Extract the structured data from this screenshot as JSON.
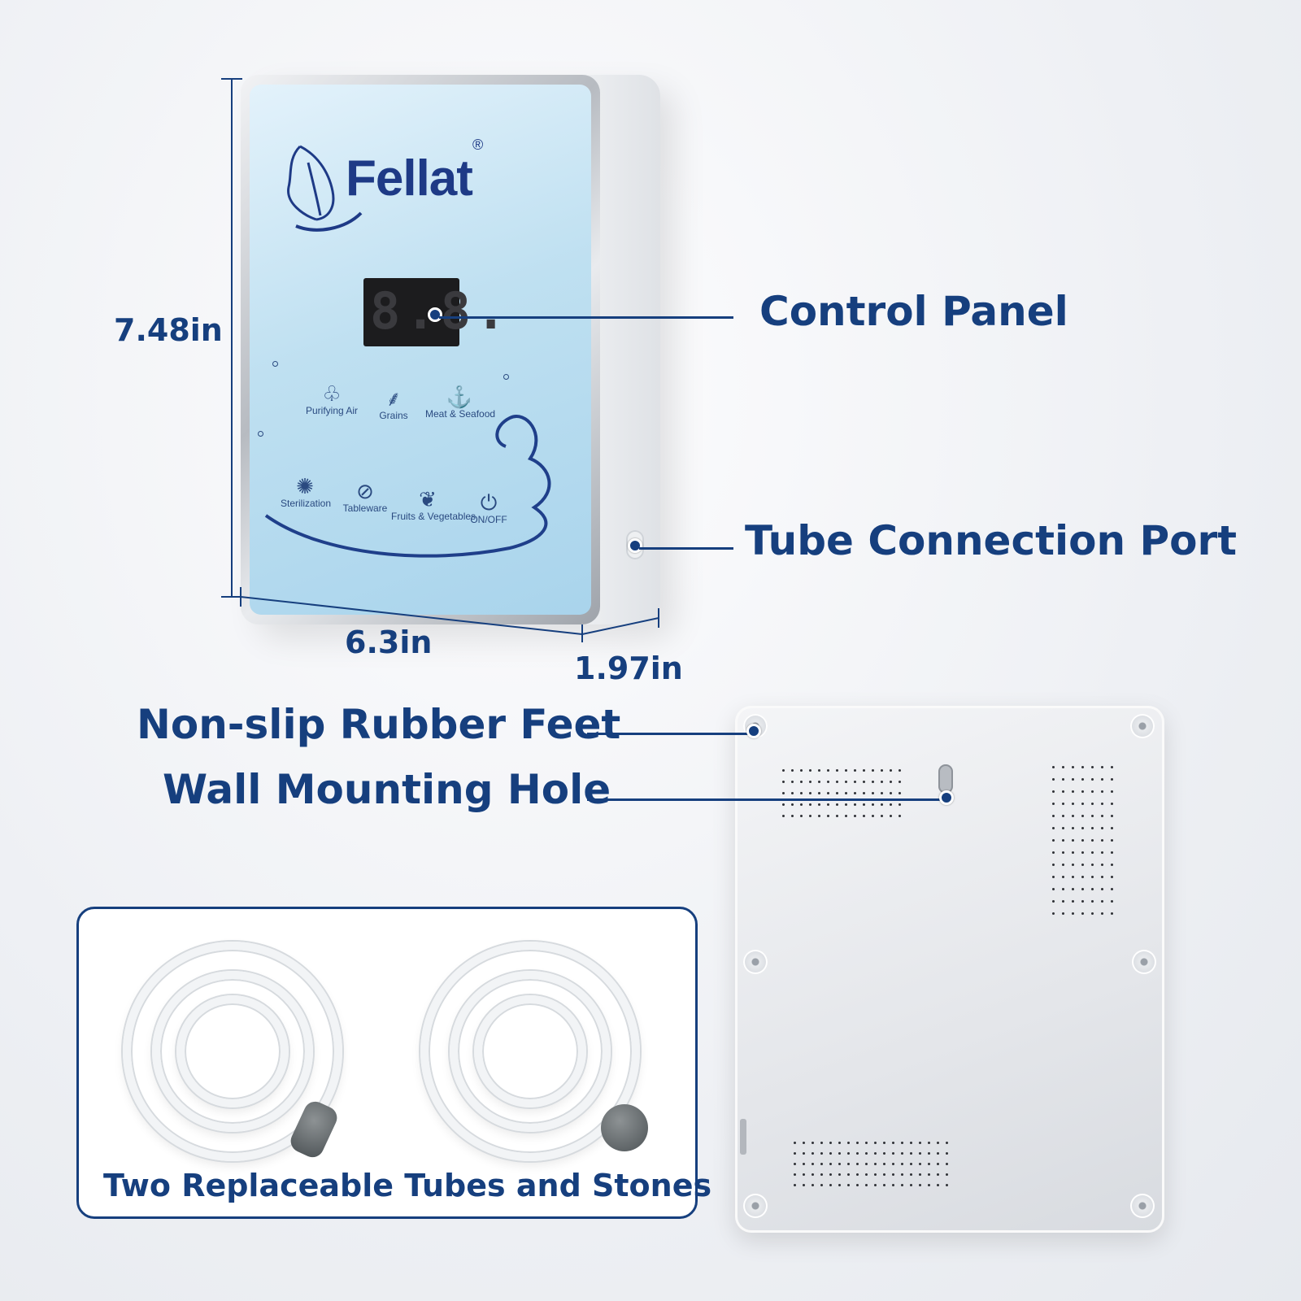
{
  "device": {
    "brand": "Fellat",
    "registered_mark": "®",
    "display_text": "8.8.",
    "modes_row1": [
      {
        "icon": "tree-icon",
        "label": "Purifying Air"
      },
      {
        "icon": "wheat-icon",
        "label": "Grains"
      },
      {
        "icon": "fish-icon",
        "label": "Meat & Seafood"
      }
    ],
    "modes_row2": [
      {
        "icon": "germ-icon",
        "label": "Sterilization"
      },
      {
        "icon": "utensils-icon",
        "label": "Tableware"
      },
      {
        "icon": "apple-icon",
        "label": "Fruits & Vegetables"
      },
      {
        "icon": "power-icon",
        "label": "ON/OFF"
      }
    ]
  },
  "dimensions": {
    "height": "7.48in",
    "width": "6.3in",
    "depth": "1.97in"
  },
  "callouts": {
    "control_panel": "Control Panel",
    "tube_port": "Tube Connection Port",
    "rubber_feet": "Non-slip Rubber Feet",
    "mounting_hole": "Wall Mounting Hole"
  },
  "accessories": {
    "caption": "Two Replaceable Tubes and Stones"
  },
  "colors": {
    "accent": "#163f7e",
    "panel_blue": "#bfe0f1"
  }
}
